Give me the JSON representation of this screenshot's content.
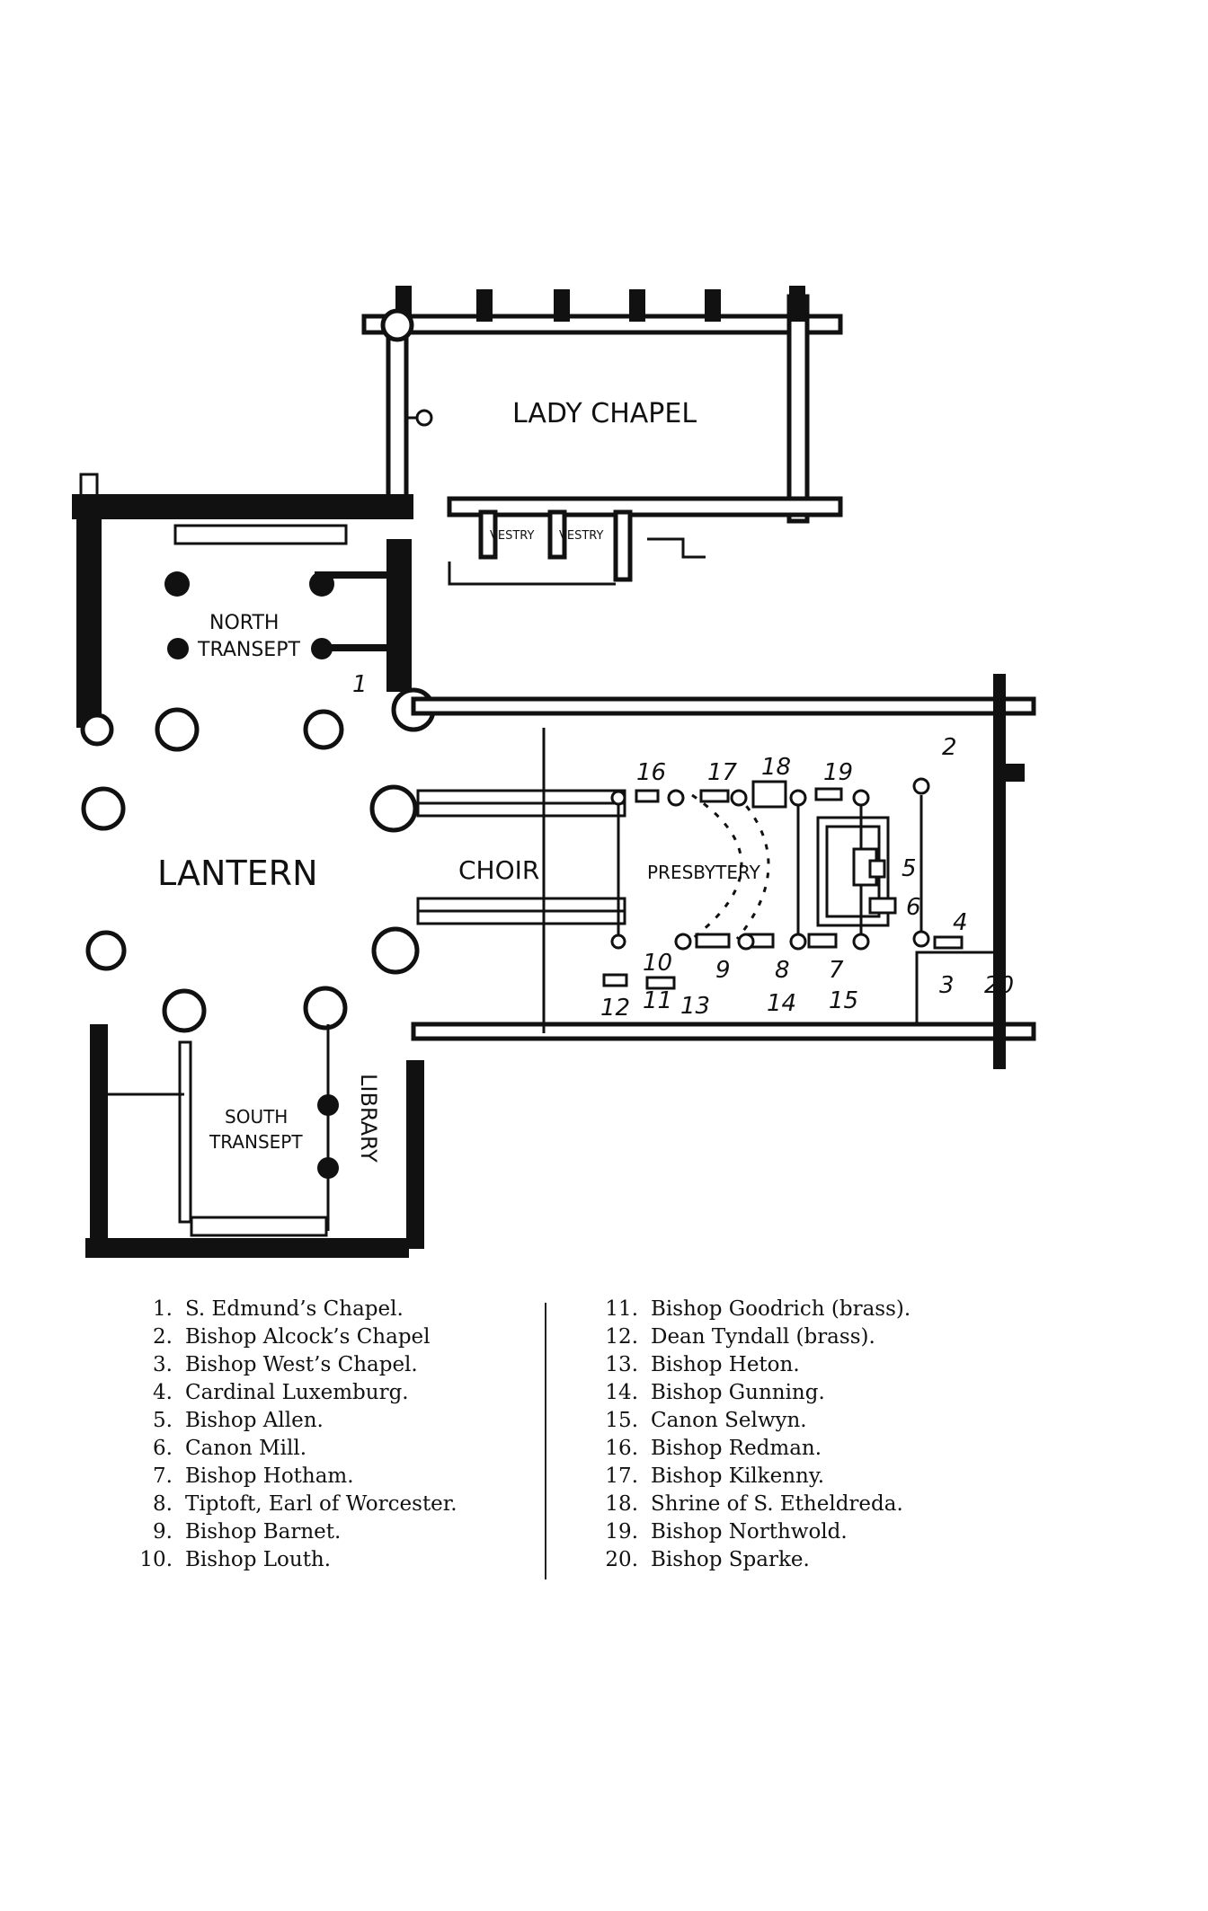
{
  "plan": {
    "rooms": {
      "lady_chapel": "LADY CHAPEL",
      "vestry_1": "VESTRY",
      "vestry_2": "VESTRY",
      "north_transept_1": "NORTH",
      "north_transept_2": "TRANSEPT",
      "lantern": "LANTERN",
      "choir": "CHOIR",
      "presbytery": "PRESBYTERY",
      "south_transept_1": "SOUTH",
      "south_transept_2": "TRANSEPT",
      "library": "LIBRARY"
    },
    "markers": [
      "1",
      "2",
      "3",
      "4",
      "5",
      "6",
      "7",
      "8",
      "9",
      "10",
      "11",
      "12",
      "13",
      "14",
      "15",
      "16",
      "17",
      "18",
      "19",
      "20"
    ]
  },
  "legend": {
    "left": [
      {
        "num": "1.",
        "text": "S. Edmund’s Chapel."
      },
      {
        "num": "2.",
        "text": "Bishop Alcock’s Chapel"
      },
      {
        "num": "3.",
        "text": "Bishop West’s Chapel."
      },
      {
        "num": "4.",
        "text": "Cardinal Luxemburg."
      },
      {
        "num": "5.",
        "text": "Bishop Allen."
      },
      {
        "num": "6.",
        "text": "Canon Mill."
      },
      {
        "num": "7.",
        "text": "Bishop Hotham."
      },
      {
        "num": "8.",
        "text": "Tiptoft, Earl of Worcester."
      },
      {
        "num": "9.",
        "text": "Bishop Barnet."
      },
      {
        "num": "10.",
        "text": "Bishop Louth."
      }
    ],
    "right": [
      {
        "num": "11.",
        "text": "Bishop Goodrich (brass)."
      },
      {
        "num": "12.",
        "text": "Dean Tyndall (brass)."
      },
      {
        "num": "13.",
        "text": "Bishop Heton."
      },
      {
        "num": "14.",
        "text": "Bishop Gunning."
      },
      {
        "num": "15.",
        "text": "Canon Selwyn."
      },
      {
        "num": "16.",
        "text": "Bishop Redman."
      },
      {
        "num": "17.",
        "text": "Bishop Kilkenny."
      },
      {
        "num": "18.",
        "text": "Shrine of S. Etheldreda."
      },
      {
        "num": "19.",
        "text": "Bishop Northwold."
      },
      {
        "num": "20.",
        "text": "Bishop Sparke."
      }
    ]
  }
}
